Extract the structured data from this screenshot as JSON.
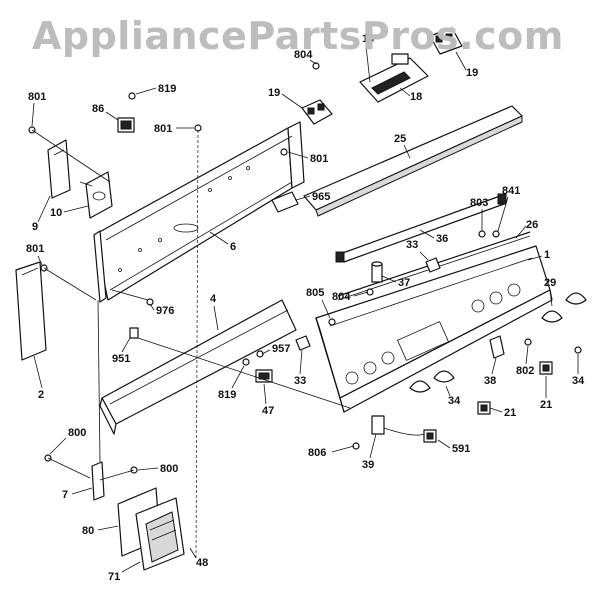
{
  "watermark": "AppliancePartsPros.com",
  "callouts": [
    {
      "id": "c801a",
      "text": "801"
    },
    {
      "id": "c86",
      "text": "86"
    },
    {
      "id": "c819a",
      "text": "819"
    },
    {
      "id": "c801b",
      "text": "801"
    },
    {
      "id": "c9",
      "text": "9"
    },
    {
      "id": "c10",
      "text": "10"
    },
    {
      "id": "c801c",
      "text": "801"
    },
    {
      "id": "c6",
      "text": "6"
    },
    {
      "id": "c965",
      "text": "965"
    },
    {
      "id": "c801d",
      "text": "801"
    },
    {
      "id": "c804a",
      "text": "804"
    },
    {
      "id": "c16",
      "text": "16"
    },
    {
      "id": "c18",
      "text": "18"
    },
    {
      "id": "c19a",
      "text": "19"
    },
    {
      "id": "c19b",
      "text": "19"
    },
    {
      "id": "c25",
      "text": "25"
    },
    {
      "id": "c36",
      "text": "36"
    },
    {
      "id": "c803",
      "text": "803"
    },
    {
      "id": "c841",
      "text": "841"
    },
    {
      "id": "c26",
      "text": "26"
    },
    {
      "id": "c1",
      "text": "1"
    },
    {
      "id": "c33a",
      "text": "33"
    },
    {
      "id": "c37",
      "text": "37"
    },
    {
      "id": "c805",
      "text": "805"
    },
    {
      "id": "c804b",
      "text": "804"
    },
    {
      "id": "c29",
      "text": "29"
    },
    {
      "id": "c2",
      "text": "2"
    },
    {
      "id": "c976",
      "text": "976"
    },
    {
      "id": "c4",
      "text": "4"
    },
    {
      "id": "c951",
      "text": "951"
    },
    {
      "id": "c957",
      "text": "957"
    },
    {
      "id": "c819b",
      "text": "819"
    },
    {
      "id": "c47",
      "text": "47"
    },
    {
      "id": "c33b",
      "text": "33"
    },
    {
      "id": "c38",
      "text": "38"
    },
    {
      "id": "c802",
      "text": "802"
    },
    {
      "id": "c34a",
      "text": "34"
    },
    {
      "id": "c34b",
      "text": "34"
    },
    {
      "id": "c21a",
      "text": "21"
    },
    {
      "id": "c21b",
      "text": "21"
    },
    {
      "id": "c806",
      "text": "806"
    },
    {
      "id": "c39",
      "text": "39"
    },
    {
      "id": "c591",
      "text": "591"
    },
    {
      "id": "c800a",
      "text": "800"
    },
    {
      "id": "c800b",
      "text": "800"
    },
    {
      "id": "c7",
      "text": "7"
    },
    {
      "id": "c80",
      "text": "80"
    },
    {
      "id": "c71",
      "text": "71"
    },
    {
      "id": "c48",
      "text": "48"
    }
  ]
}
